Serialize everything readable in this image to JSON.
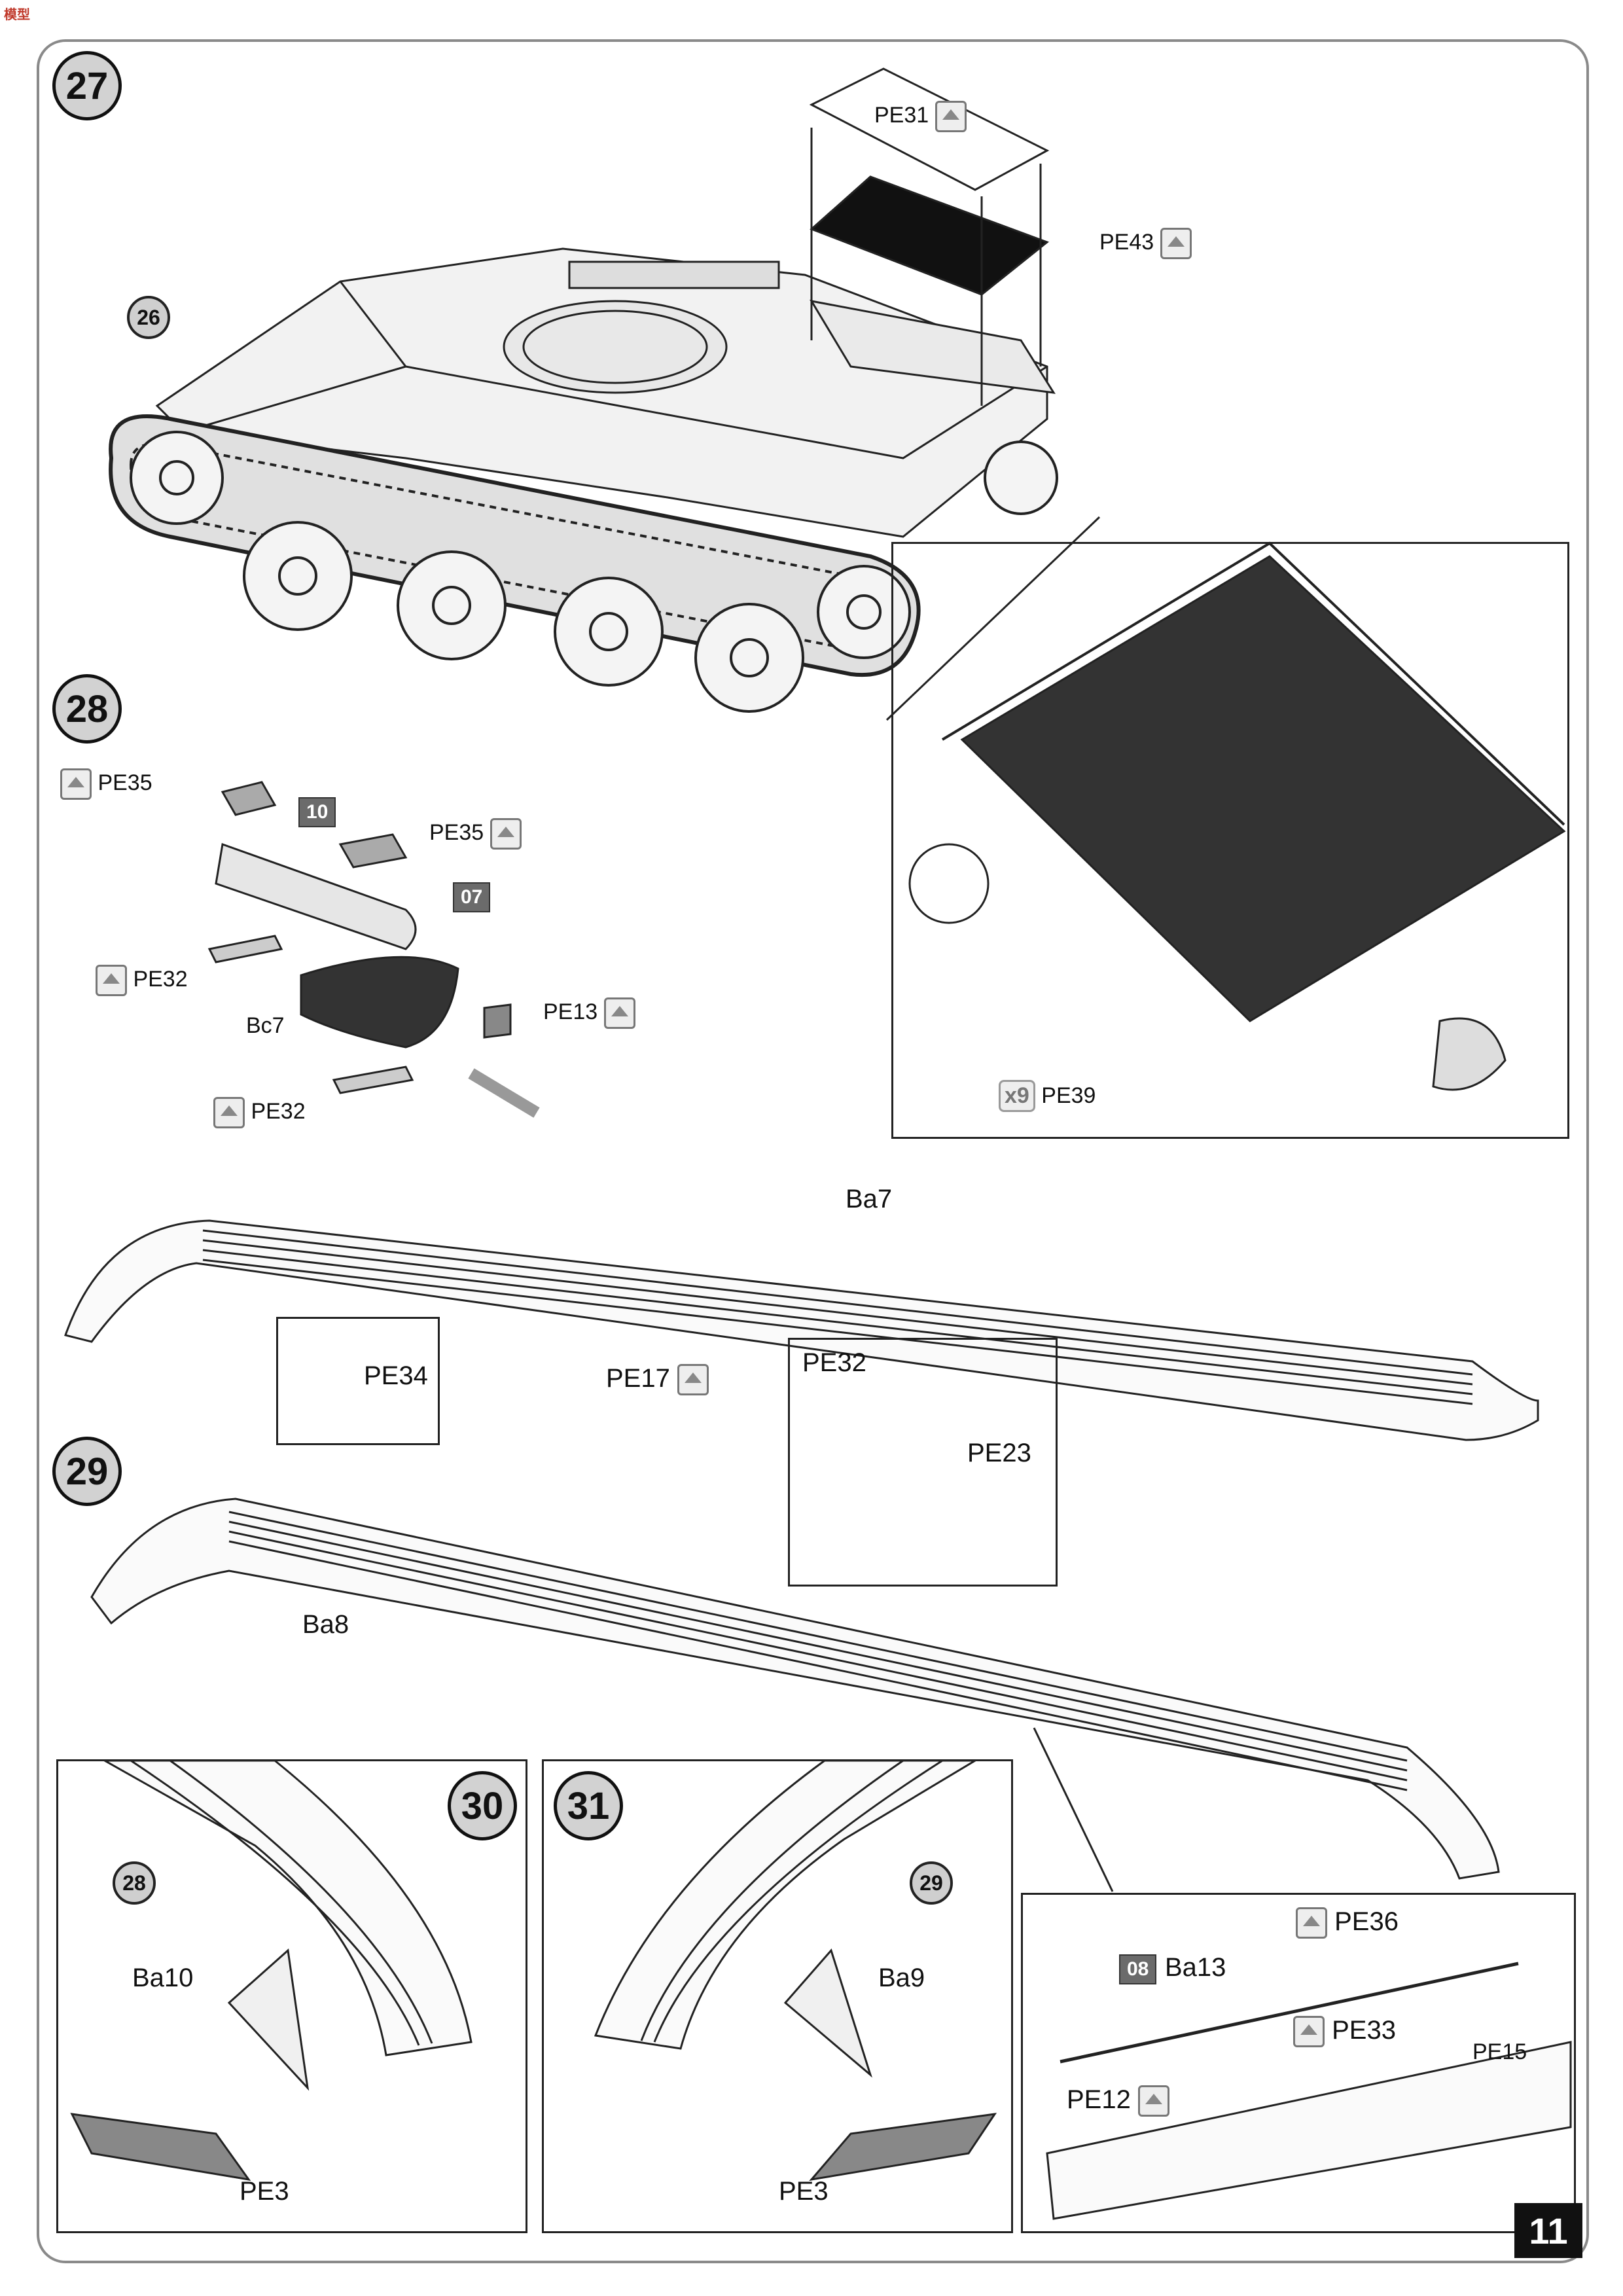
{
  "header_logo": "模型",
  "page_number": "11",
  "steps": {
    "s27": "27",
    "s28": "28",
    "s29": "29",
    "s30": "30",
    "s31": "31"
  },
  "refs": {
    "r26": "26",
    "r28": "28",
    "r29": "29"
  },
  "step27": {
    "pe31": "PE31",
    "pe43": "PE43",
    "pe39": "PE39",
    "count": "x9"
  },
  "step28": {
    "pe35_a": "PE35",
    "pe35_b": "PE35",
    "pe32_a": "PE32",
    "pe32_b": "PE32",
    "pe13": "PE13",
    "bc7": "Bc7",
    "chip10": "10",
    "chip07": "07",
    "ba7": "Ba7"
  },
  "step29": {
    "pe34": "PE34",
    "pe17": "PE17",
    "pe32": "PE32",
    "pe23": "PE23",
    "ba8": "Ba8",
    "pe36": "PE36",
    "pe33": "PE33",
    "pe15": "PE15",
    "pe12": "PE12",
    "chip08": "08",
    "ba13": "Ba13"
  },
  "step30": {
    "ba10": "Ba10",
    "pe3": "PE3"
  },
  "step31": {
    "ba9": "Ba9",
    "pe3": "PE3"
  }
}
